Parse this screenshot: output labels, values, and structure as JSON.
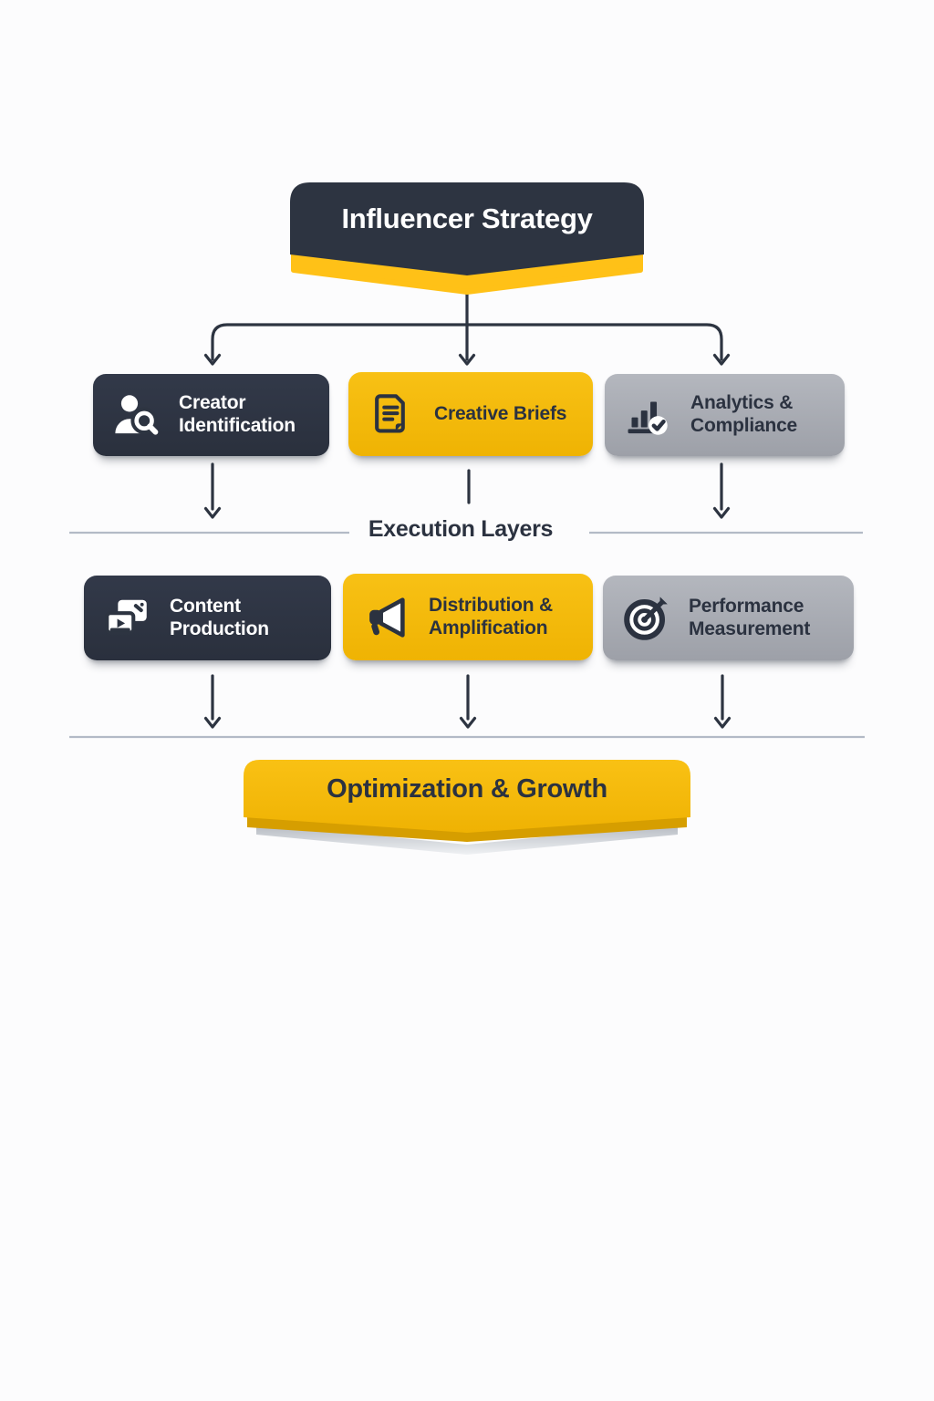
{
  "palette": {
    "background": "#fcfcfd",
    "dark": "#2d3441",
    "yellow": "#f5ba0c",
    "yellow_deep": "#d69e00",
    "ribbon_yellow": "#ffc117",
    "gray": "#a8abb3",
    "ink": "#2b3240",
    "connector": "#2d3441",
    "divider_line": "#b3bac6",
    "white": "#ffffff"
  },
  "banner": {
    "title": "Influencer Strategy"
  },
  "strategy_row": {
    "creator_identification": {
      "label": "Creator Identification",
      "icon": "person-search-icon",
      "variant": "dark"
    },
    "creative_briefs": {
      "label": "Creative Briefs",
      "icon": "document-brief-icon",
      "variant": "yellow"
    },
    "analytics_compliance": {
      "label": "Analytics & Compliance",
      "icon": "bar-chart-check-icon",
      "variant": "gray"
    }
  },
  "divider": {
    "label": "Execution Layers"
  },
  "execution_row": {
    "content_production": {
      "label": "Content Production",
      "icon": "media-screens-icon",
      "variant": "dark"
    },
    "distribution_amplification": {
      "label": "Distribution & Amplification",
      "icon": "megaphone-icon",
      "variant": "yellow"
    },
    "performance_measurement": {
      "label": "Performance Measurement",
      "icon": "target-dart-icon",
      "variant": "gray"
    }
  },
  "footer": {
    "title": "Optimization & Growth"
  }
}
